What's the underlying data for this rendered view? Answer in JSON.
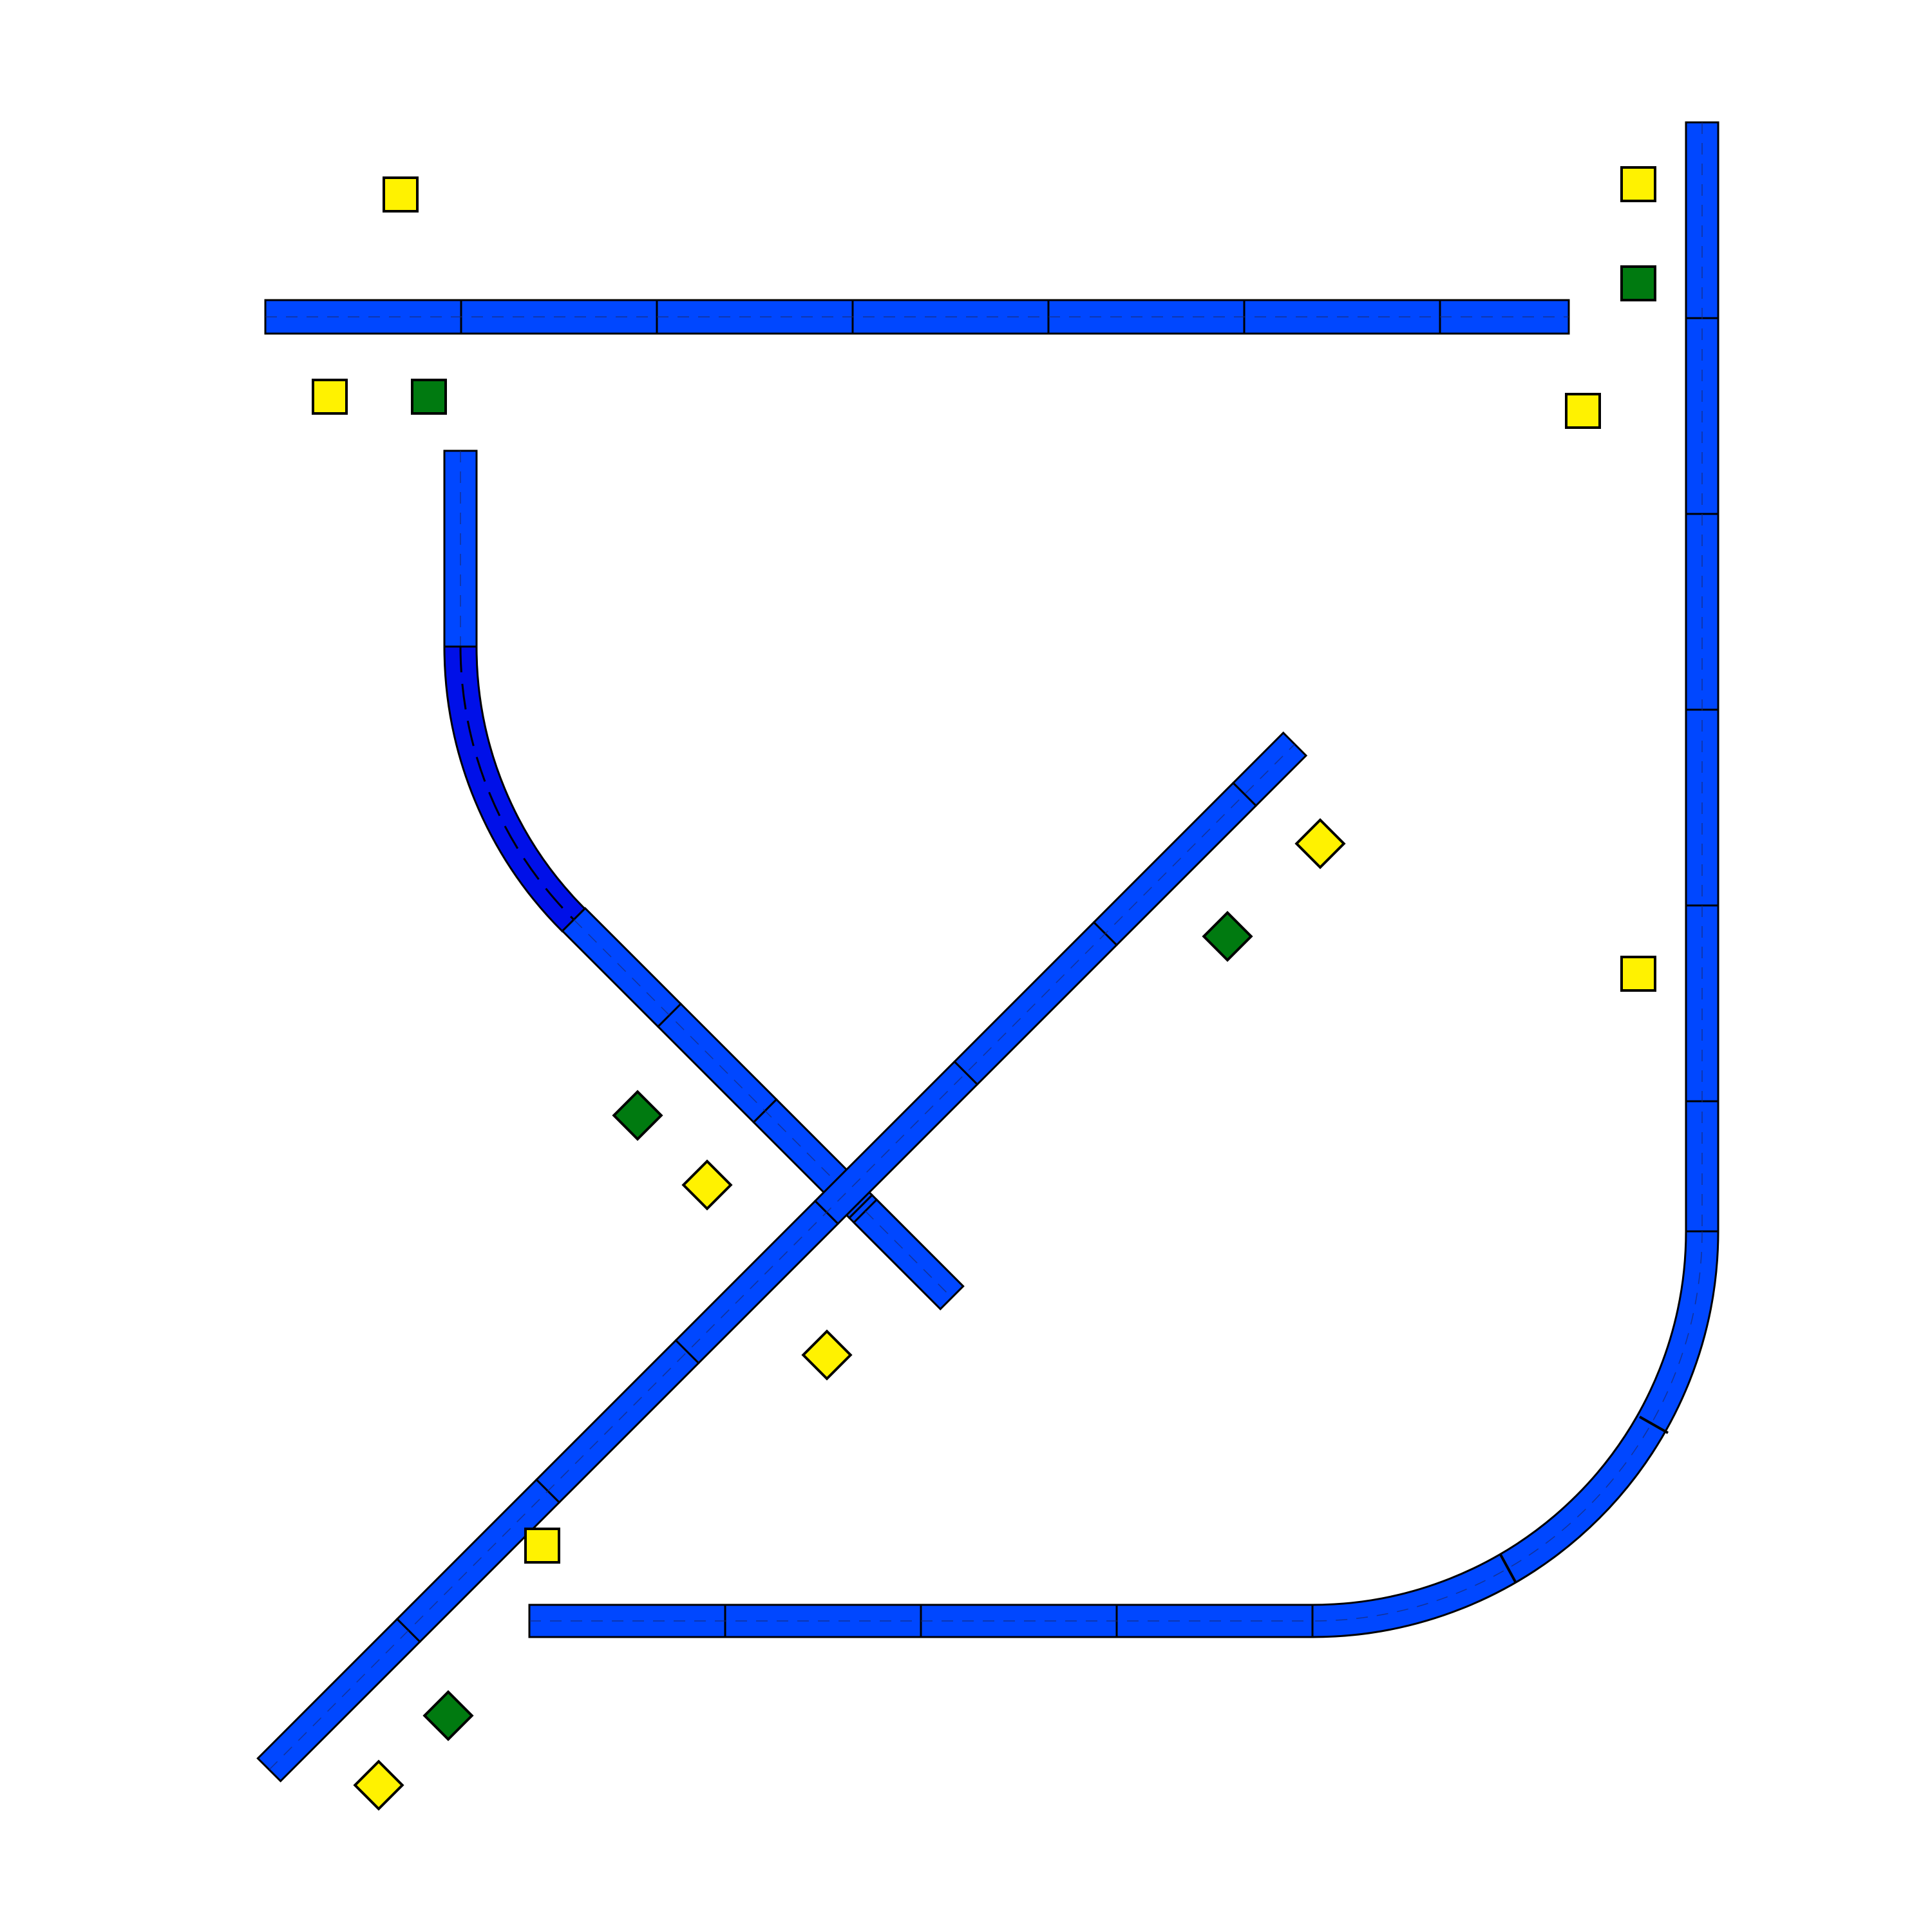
{
  "palette": {
    "track": "#0047ff",
    "track_selected": "#0010e8",
    "signal_yellow": "#fff200",
    "signal_green": "#007a10",
    "outline": "#000000",
    "background": "#ffffff"
  },
  "legend": {
    "track": "straight-track",
    "curve": "curved-track",
    "selected": "selected-curve",
    "yellow_signal": "yellow-signal",
    "green_signal": "green-signal"
  }
}
